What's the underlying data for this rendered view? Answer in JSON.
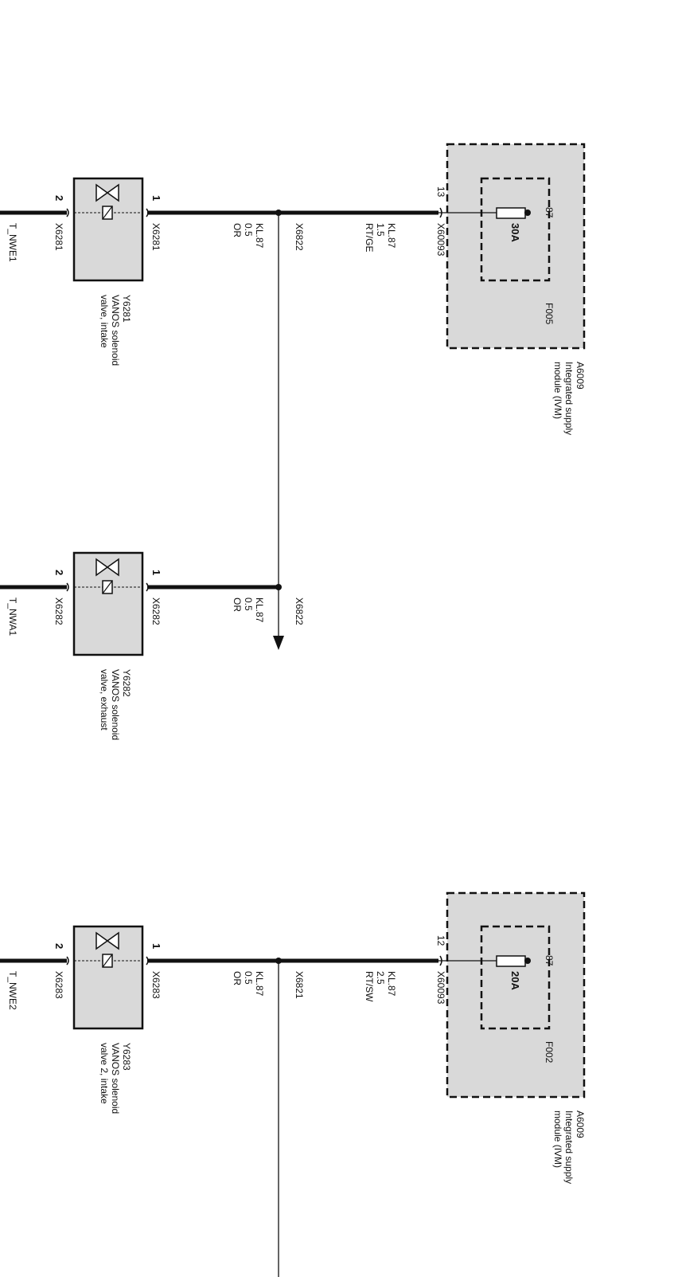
{
  "diagram": {
    "modules": [
      {
        "id": "A6009",
        "description": "Integrated supply module (IVM)",
        "fuse": {
          "id": "F005",
          "terminal": "87",
          "rating": "30A"
        },
        "pin": "13",
        "connector": "X60093",
        "wire": {
          "terminal": "KL.87",
          "size": "1.5",
          "color": "RT/GE"
        }
      },
      {
        "id": "A6009",
        "description": "Integrated supply module (IVM)",
        "fuse": {
          "id": "F002",
          "terminal": "87",
          "rating": "20A"
        },
        "pin": "12",
        "connector": "X60093",
        "wire": {
          "terminal": "KL.87",
          "size": "2.5",
          "color": "RT/SW"
        }
      }
    ],
    "splices": [
      {
        "id": "X6822"
      },
      {
        "id": "X6822"
      },
      {
        "id": "X6821"
      }
    ],
    "valves": [
      {
        "id": "Y6281",
        "description": [
          "VANOS solenoid",
          "valve, intake"
        ],
        "pin_in": "1",
        "pin_out": "2",
        "connector": "X6281",
        "wire": {
          "terminal": "KL.87",
          "size": "0.5",
          "color": "OR"
        },
        "signal": "T_NWE1"
      },
      {
        "id": "Y6282",
        "description": [
          "VANOS solenoid",
          "valve, exhaust"
        ],
        "pin_in": "1",
        "pin_out": "2",
        "connector": "X6282",
        "wire": {
          "terminal": "KL.87",
          "size": "0.5",
          "color": "OR"
        },
        "signal": "T_NWA1"
      },
      {
        "id": "Y6283",
        "description": [
          "VANOS solenoid",
          "valve 2, intake"
        ],
        "pin_in": "1",
        "pin_out": "2",
        "connector": "X6283",
        "wire": {
          "terminal": "KL.87",
          "size": "0.5",
          "color": "OR"
        },
        "signal": "T_NWE2"
      }
    ]
  }
}
